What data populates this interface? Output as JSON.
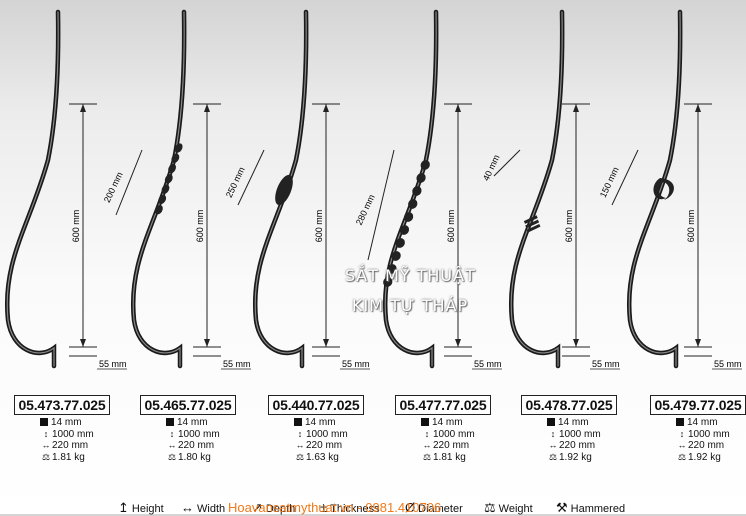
{
  "items": [
    {
      "code": "05.473.77.025",
      "thickness": "14 mm",
      "height": "1000 mm",
      "width": "220 mm",
      "weight": "1.81 kg",
      "dim_main": "600 mm",
      "dim_foot": "55 mm",
      "dim_decor": ""
    },
    {
      "code": "05.465.77.025",
      "thickness": "14 mm",
      "height": "1000 mm",
      "width": "220 mm",
      "weight": "1.80 kg",
      "dim_main": "600 mm",
      "dim_foot": "55 mm",
      "dim_decor": "200 mm"
    },
    {
      "code": "05.440.77.025",
      "thickness": "14 mm",
      "height": "1000 mm",
      "width": "220 mm",
      "weight": "1.63 kg",
      "dim_main": "600 mm",
      "dim_foot": "55 mm",
      "dim_decor": "250 mm"
    },
    {
      "code": "05.477.77.025",
      "thickness": "14 mm",
      "height": "1000 mm",
      "width": "220 mm",
      "weight": "1.81 kg",
      "dim_main": "600 mm",
      "dim_foot": "55 mm",
      "dim_decor": "280 mm"
    },
    {
      "code": "05.478.77.025",
      "thickness": "14 mm",
      "height": "1000 mm",
      "width": "220 mm",
      "weight": "1.92 kg",
      "dim_main": "600 mm",
      "dim_foot": "55 mm",
      "dim_decor": "40 mm"
    },
    {
      "code": "05.479.77.025",
      "thickness": "14 mm",
      "height": "1000 mm",
      "width": "220 mm",
      "weight": "1.92 kg",
      "dim_main": "600 mm",
      "dim_foot": "55 mm",
      "dim_decor": "150 mm"
    }
  ],
  "watermark": {
    "line1": "SẮT MỸ THUẬT",
    "line2": "KIM TỰ THÁP"
  },
  "legend": [
    "Height",
    "Width",
    "Depth",
    "Thickness",
    "Diameter",
    "Weight",
    "Hammered"
  ],
  "footer_url": "Hoavansatmythuat.vn - 0981.410706",
  "colors": {
    "accent_url": "#f07a1a"
  },
  "icons": [
    "height-icon",
    "width-icon",
    "depth-icon",
    "thickness-icon",
    "diameter-icon",
    "weight-icon",
    "hammered-icon"
  ]
}
